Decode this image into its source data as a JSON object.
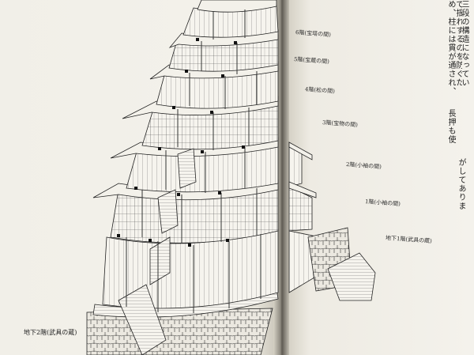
{
  "left_page": {
    "caption": "地下2階(武具の蔵)"
  },
  "floor_labels": [
    "6階(宝塔の間)",
    "5階(宝蔵の間)",
    "4階(松の間)",
    "3階(宝物の間)",
    "2階(小袖の間)",
    "1階(小袖の間)",
    "地下1階(武具の蔵)"
  ],
  "right_page": {
    "lines": [
      "三段の構造になってい",
      "で揺れするのを防ぐため、柱には貫が通され、",
      "長押も使",
      "がしてありま"
    ]
  }
}
